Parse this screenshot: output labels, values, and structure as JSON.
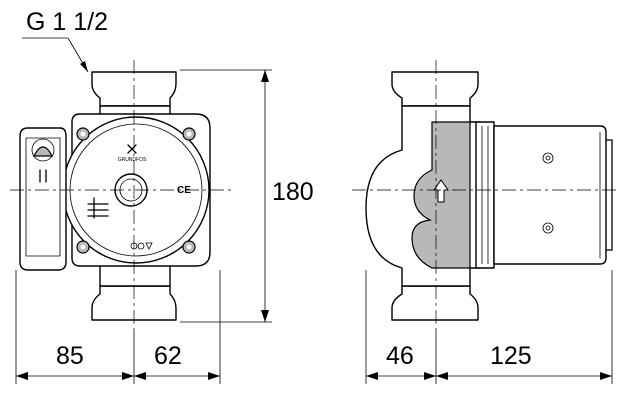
{
  "dimensions": {
    "connection": "G 1 1/2",
    "height": "180",
    "front_left": "85",
    "front_right": "62",
    "side_left": "46",
    "side_right": "125"
  },
  "icons": [
    "flow-arrow-icon",
    "ce-mark-icon",
    "logo-icon"
  ]
}
